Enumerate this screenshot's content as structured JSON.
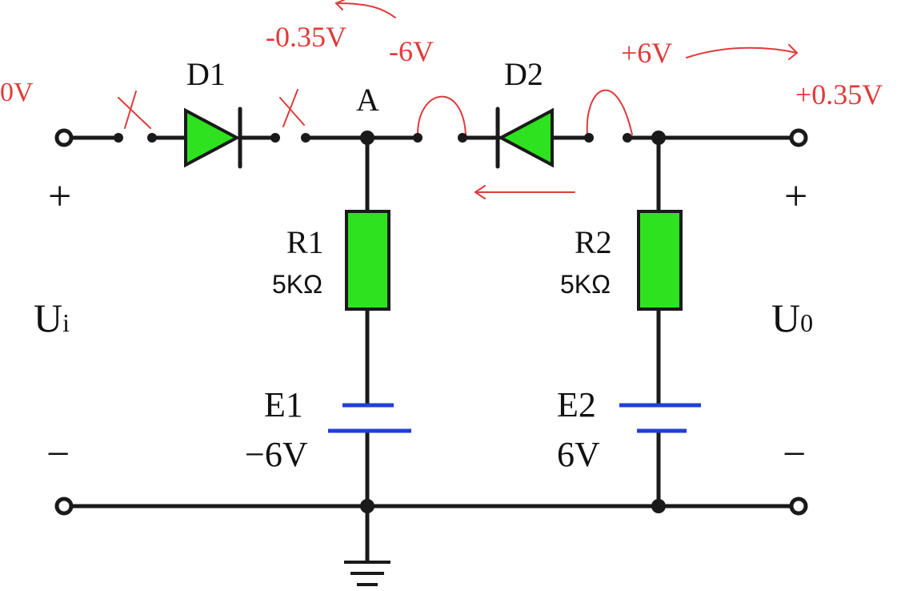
{
  "components": {
    "d1": {
      "label": "D1"
    },
    "d2": {
      "label": "D2"
    },
    "node_a": {
      "label": "A"
    },
    "r1": {
      "name": "R1",
      "value": "5KΩ"
    },
    "r2": {
      "name": "R2",
      "value": "5KΩ"
    },
    "e1": {
      "name": "E1",
      "value": "−6V"
    },
    "e2": {
      "name": "E2",
      "value": "6V"
    }
  },
  "terminals": {
    "input": {
      "symbol": "U",
      "subscript": "i",
      "plus": "+",
      "minus": "−"
    },
    "output": {
      "symbol": "U",
      "subscript": "0",
      "plus": "+",
      "minus": "−"
    }
  },
  "annotations": {
    "input_voltage": "0V",
    "anode_d1_voltage": "-0.35V",
    "node_a_voltage": "-6V",
    "cathode_side_voltage": "+6V",
    "output_voltage": "+0.35V"
  },
  "colors": {
    "component_fill": "#2ee21f",
    "battery_plate": "#1f3fd6",
    "annotation": "#e23a3a",
    "wire": "#1a1a1a"
  }
}
